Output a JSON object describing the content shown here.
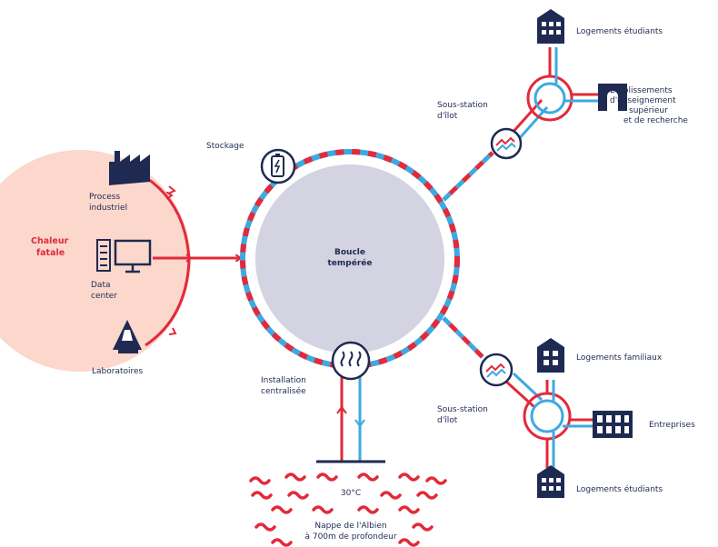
{
  "colors": {
    "red": "#e22a3a",
    "blue": "#3ea9e0",
    "navy": "#1f2a52",
    "heat_zone": "#fbd7cc",
    "loop_fill": "#d4d3e2"
  },
  "icons": [
    "factory-icon",
    "server-icon",
    "monitor-icon",
    "lab-flask-icon",
    "battery-icon",
    "heat-exchanger-icon",
    "waves-icon",
    "building-icon",
    "university-icon",
    "office-icon"
  ],
  "labels": {
    "chaleur_1": "Chaleur",
    "chaleur_2": "fatale",
    "process_1": "Process",
    "process_2": "industriel",
    "data_1": "Data",
    "data_2": "center",
    "labo": "Laboratoires",
    "stockage": "Stockage",
    "boucle_1": "Boucle",
    "boucle_2": "tempérée",
    "install_1": "Installation",
    "install_2": "centralisée",
    "temp": "30°C",
    "nappe_1": "Nappe de l'Albien",
    "nappe_2": "à 700m de profondeur",
    "ss_top_1": "Sous-station",
    "ss_top_2": "d'îlot",
    "ss_bot_1": "Sous-station",
    "ss_bot_2": "d'îlot",
    "log_etud_top": "Logements étudiants",
    "etab_1": "Établissements",
    "etab_2": "d'enseignement",
    "etab_3": "supérieur",
    "etab_4": "et de recherche",
    "log_fam": "Logements familiaux",
    "entreprises": "Entreprises",
    "log_etud_bot": "Logements étudiants"
  }
}
